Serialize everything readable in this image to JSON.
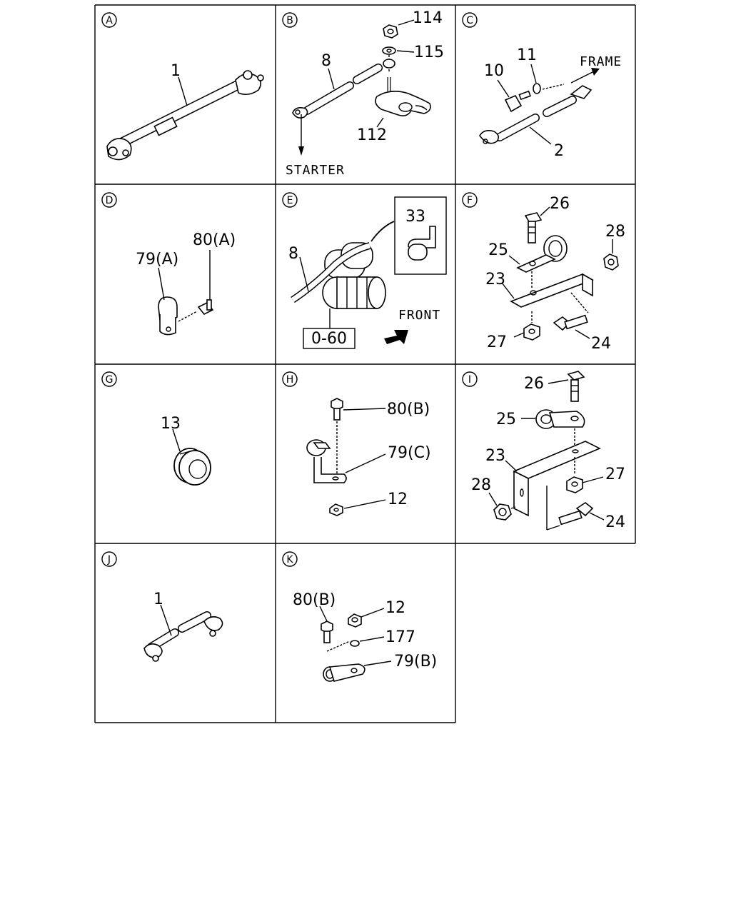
{
  "panels": [
    {
      "letter": "A",
      "labels": [
        "1"
      ]
    },
    {
      "letter": "B",
      "labels": [
        "114",
        "115",
        "8",
        "112"
      ],
      "captions": [
        "STARTER"
      ]
    },
    {
      "letter": "C",
      "labels": [
        "11",
        "10",
        "2"
      ],
      "captions": [
        "FRAME"
      ]
    },
    {
      "letter": "D",
      "labels": [
        "80(A)",
        "79(A)"
      ]
    },
    {
      "letter": "E",
      "labels": [
        "33",
        "8",
        "0-60"
      ],
      "captions": [
        "FRONT"
      ]
    },
    {
      "letter": "F",
      "labels": [
        "26",
        "28",
        "25",
        "23",
        "27",
        "24"
      ]
    },
    {
      "letter": "G",
      "labels": [
        "13"
      ]
    },
    {
      "letter": "H",
      "labels": [
        "80(B)",
        "79(C)",
        "12"
      ]
    },
    {
      "letter": "I",
      "labels": [
        "26",
        "25",
        "23",
        "27",
        "28",
        "24"
      ]
    },
    {
      "letter": "J",
      "labels": [
        "1"
      ]
    },
    {
      "letter": "K",
      "labels": [
        "80(B)",
        "12",
        "177",
        "79(B)"
      ]
    }
  ]
}
